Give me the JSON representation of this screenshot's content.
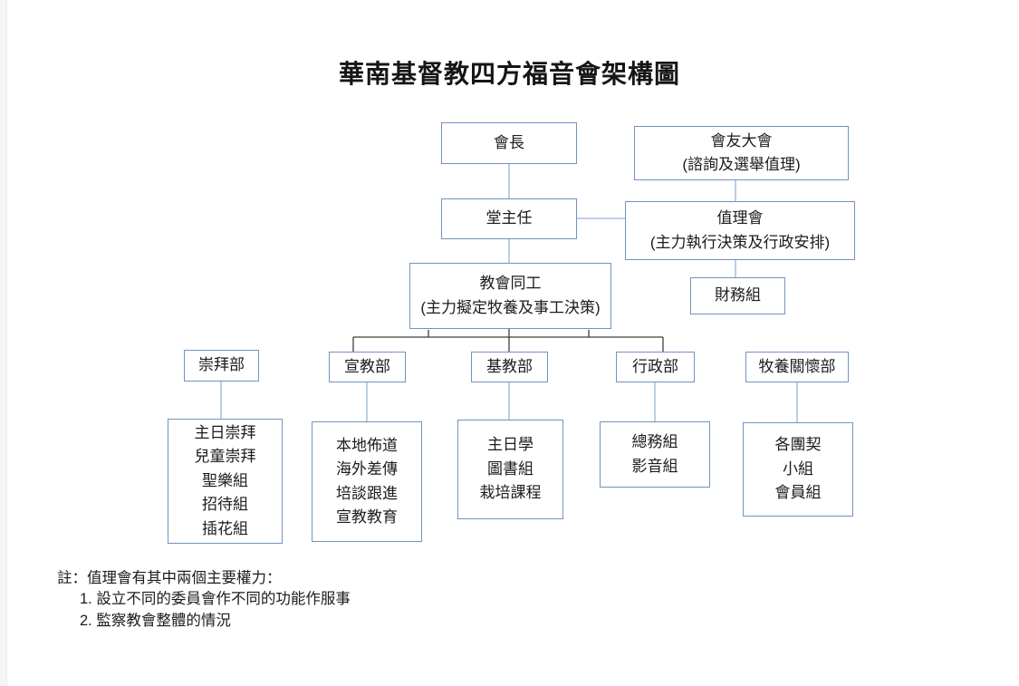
{
  "page": {
    "title": "華南基督教四方福音會架構圖"
  },
  "colors": {
    "box_border": "#7292c2",
    "connector_light": "#a6c3e3",
    "connector_dark": "#3f3f3f",
    "text": "#1c1c1c",
    "background": "#ffffff"
  },
  "nodes": {
    "president": {
      "lines": [
        "會長"
      ]
    },
    "assembly": {
      "lines": [
        "會友大會",
        "(諮詢及選舉值理)"
      ]
    },
    "pastor": {
      "lines": [
        "堂主任"
      ]
    },
    "council": {
      "lines": [
        "值理會",
        "(主力執行決策及行政安排)"
      ]
    },
    "coworkers": {
      "lines": [
        "教會同工",
        "(主力擬定牧養及事工決策)"
      ]
    },
    "finance": {
      "lines": [
        "財務組"
      ]
    },
    "worship_dept": {
      "lines": [
        "崇拜部"
      ]
    },
    "mission_dept": {
      "lines": [
        "宣教部"
      ]
    },
    "education_dept": {
      "lines": [
        "基教部"
      ]
    },
    "admin_dept": {
      "lines": [
        "行政部"
      ]
    },
    "pastoral_dept": {
      "lines": [
        "牧養關懷部"
      ]
    },
    "worship_sub": {
      "lines": [
        "主日崇拜",
        "兒童崇拜",
        "聖樂組",
        "招待組",
        "插花組"
      ]
    },
    "mission_sub": {
      "lines": [
        "本地佈道",
        "海外差傳",
        "培談跟進",
        "宣教教育"
      ]
    },
    "education_sub": {
      "lines": [
        "主日學",
        "圖書組",
        "栽培課程"
      ]
    },
    "admin_sub": {
      "lines": [
        "總務組",
        "影音組"
      ]
    },
    "pastoral_sub": {
      "lines": [
        "各團契",
        "小組",
        "會員組"
      ]
    }
  },
  "note": {
    "heading": "註：值理會有其中兩個主要權力：",
    "items": [
      "1. 設立不同的委員會作不同的功能作服事",
      "2. 監察教會整體的情況"
    ]
  }
}
